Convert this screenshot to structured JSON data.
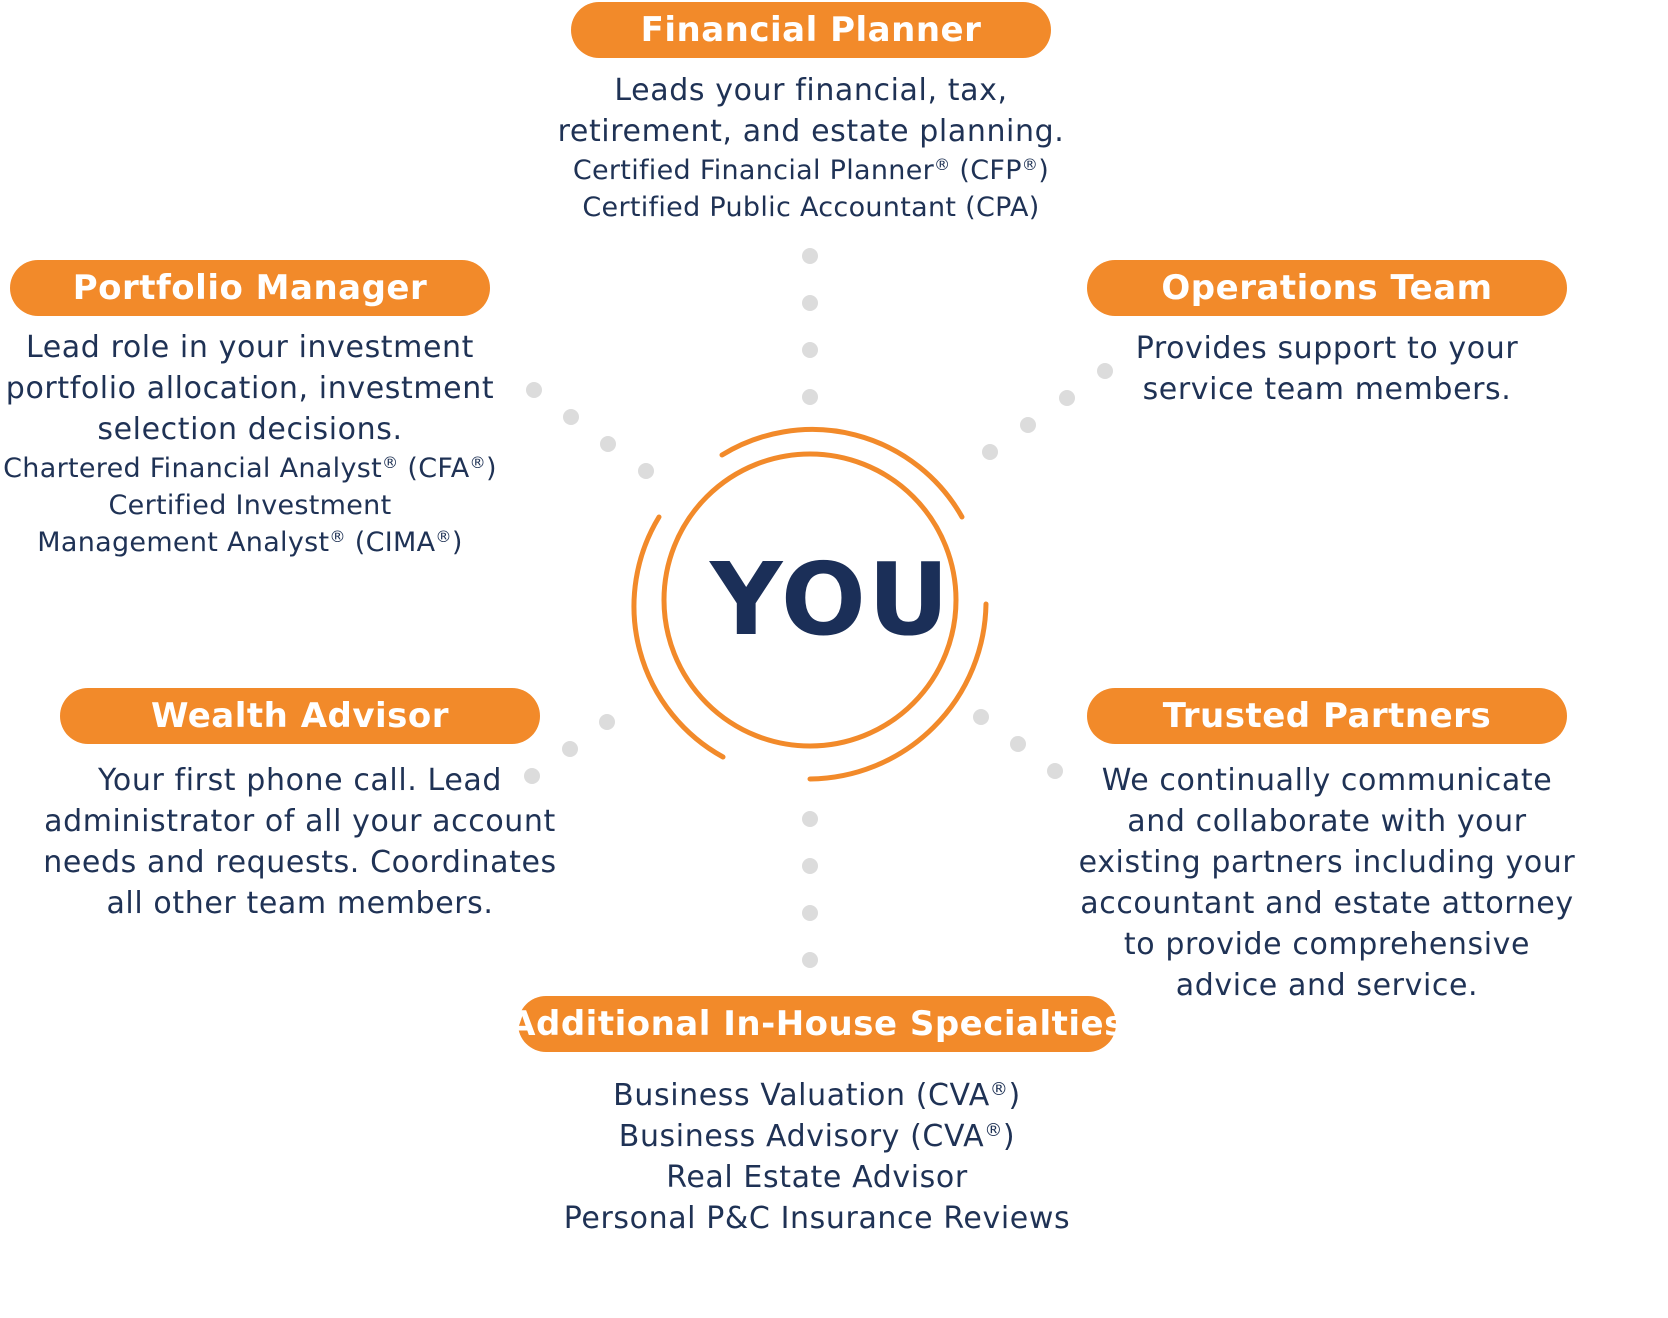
{
  "colors": {
    "accent": "#f28a2a",
    "text": "#1f3255",
    "center_text": "#1b2f58",
    "dots": "#dcdcdc"
  },
  "center": {
    "label": "YOU"
  },
  "roles": {
    "financial_planner": {
      "title": "Financial Planner",
      "description": [
        "Leads your financial, tax,",
        "retirement, and estate planning."
      ],
      "credentials": [
        "Certified Financial Planner® (CFP®)",
        "Certified Public Accountant (CPA)"
      ]
    },
    "portfolio_manager": {
      "title": "Portfolio Manager",
      "description": [
        "Lead role in your investment",
        "portfolio allocation, investment",
        "selection decisions."
      ],
      "credentials": [
        "Chartered Financial Analyst® (CFA®)",
        "Certified Investment",
        "Management Analyst® (CIMA®)"
      ]
    },
    "operations_team": {
      "title": "Operations Team",
      "description": [
        "Provides support to your",
        "service team members."
      ]
    },
    "wealth_advisor": {
      "title": "Wealth Advisor",
      "description": [
        "Your first phone call. Lead",
        "administrator of all your account",
        "needs and requests. Coordinates",
        "all other team members."
      ]
    },
    "trusted_partners": {
      "title": "Trusted Partners",
      "description": [
        "We continually communicate",
        "and collaborate with your",
        "existing partners including your",
        "accountant and estate attorney",
        "to provide comprehensive",
        "advice and service."
      ]
    },
    "additional_specialties": {
      "title": "Additional In-House Specialties",
      "items": [
        "Business Valuation (CVA®)",
        "Business Advisory (CVA®)",
        "Real Estate Advisor",
        "Personal P&C Insurance Reviews"
      ]
    }
  }
}
